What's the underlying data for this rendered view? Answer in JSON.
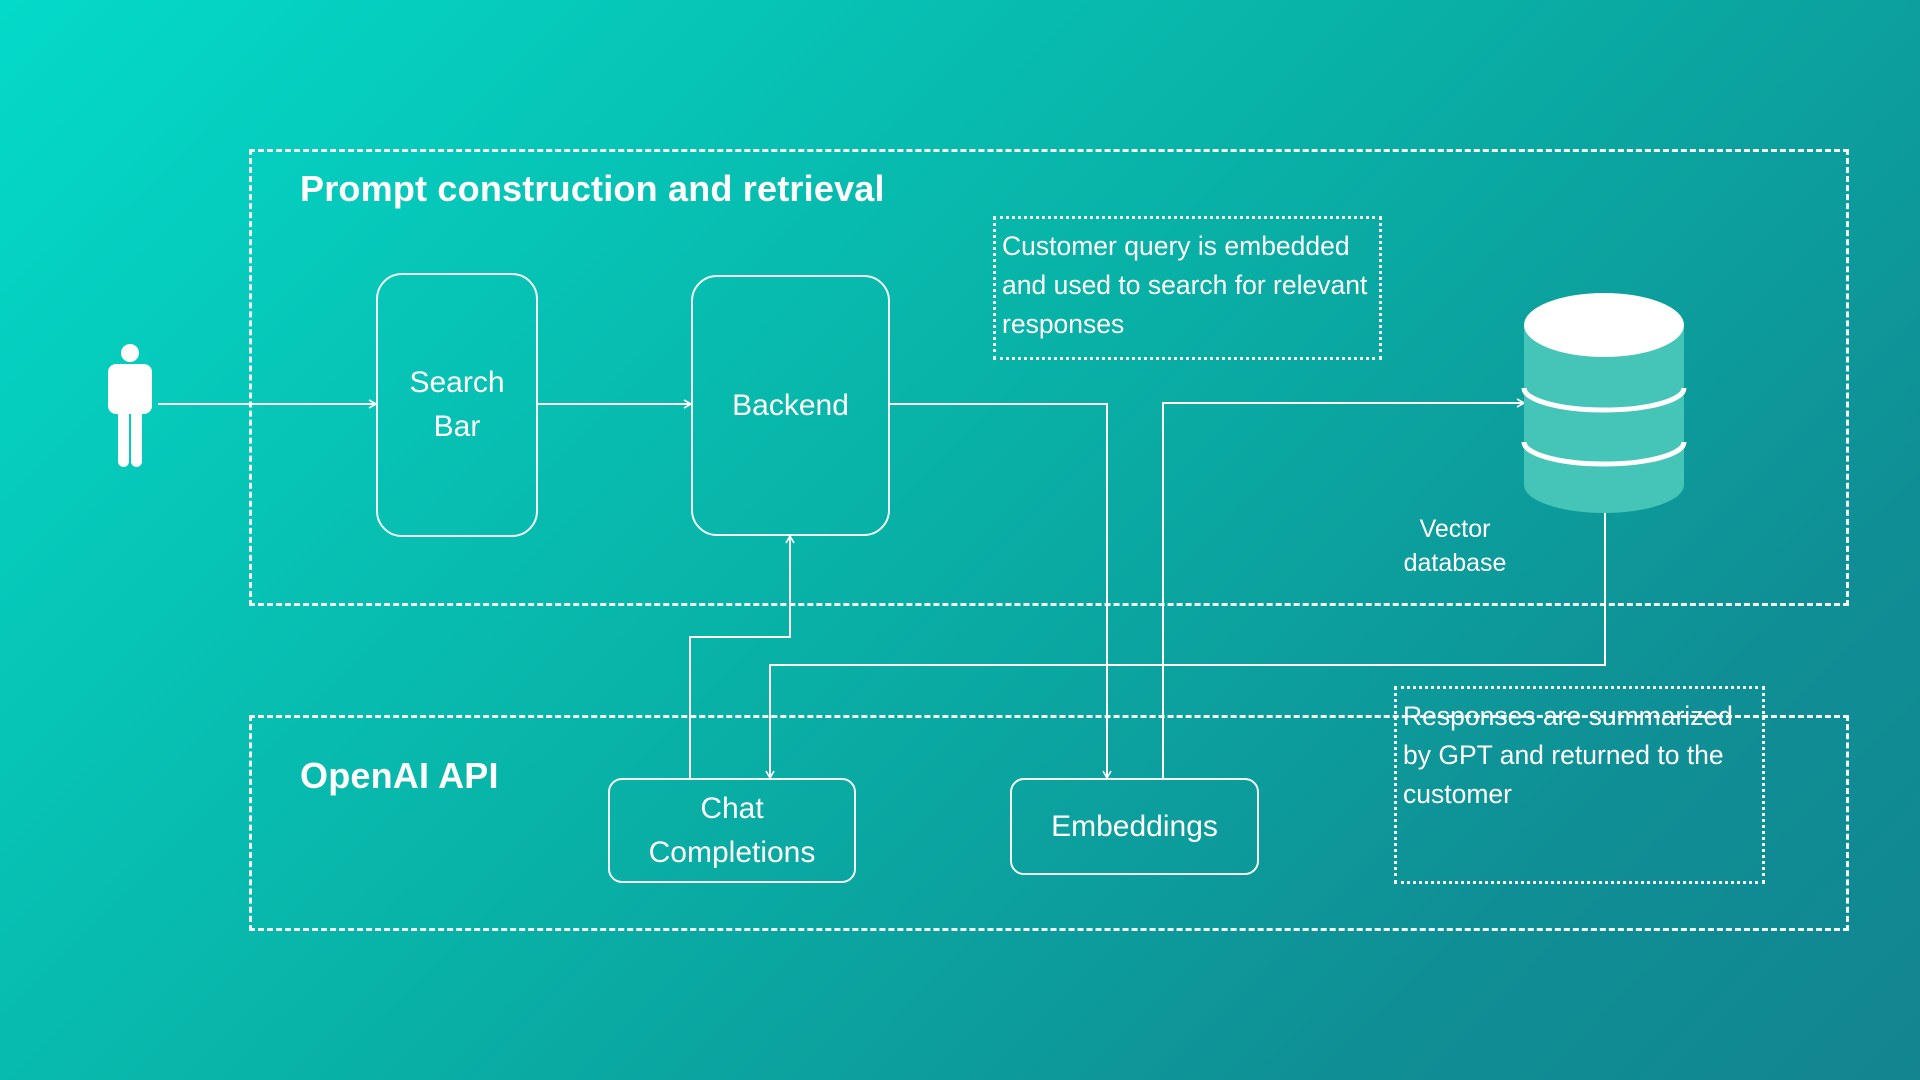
{
  "groups": {
    "prompt": {
      "title": "Prompt construction and retrieval"
    },
    "openai": {
      "title": "OpenAI API"
    }
  },
  "nodes": {
    "search_bar": {
      "line1": "Search",
      "line2": "Bar"
    },
    "backend": {
      "label": "Backend"
    },
    "chat_completions": {
      "line1": "Chat",
      "line2": "Completions"
    },
    "embeddings": {
      "label": "Embeddings"
    }
  },
  "notes": {
    "embed": "Customer query is embedded and used to search for relevant responses",
    "summarize": "Responses are summarized by GPT and returned to the customer"
  },
  "vector_db": {
    "line1": "Vector",
    "line2": "database"
  },
  "icons": {
    "user": "person-icon",
    "database": "database-cylinder-icon"
  },
  "colors": {
    "bg_start": "#04dac9",
    "bg_end": "#128590",
    "line": "#ffffff",
    "db_body": "#45c4b8"
  }
}
